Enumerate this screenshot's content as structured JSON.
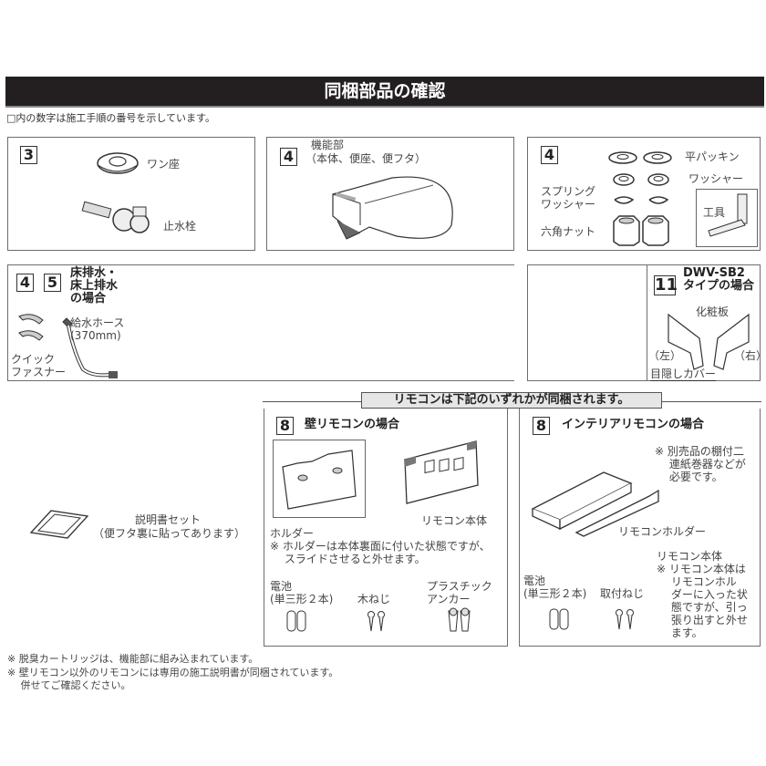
{
  "header": {
    "title": "同梱部品の確認",
    "intro": "□内の数字は施工手順の番号を示しています。"
  },
  "box_valve": {
    "step": "3",
    "items": [
      {
        "label": "ワン座",
        "icon": "flange-icon"
      },
      {
        "label": "止水栓",
        "icon": "stop-valve-icon"
      }
    ]
  },
  "box_function": {
    "step": "4",
    "title": "機能部",
    "subtitle": "（本体、便座、便フタ）",
    "icon": "toilet-seat-unit-icon"
  },
  "box_hardware": {
    "step": "4",
    "items": [
      {
        "label": "平パッキン",
        "icon": "flat-packing-icon"
      },
      {
        "label": "ワッシャー",
        "icon": "washer-icon"
      },
      {
        "label": "スプリング\nワッシャー",
        "icon": "spring-washer-icon"
      },
      {
        "label": "六角ナット",
        "icon": "hex-nut-icon"
      }
    ],
    "tool_label": "工具"
  },
  "box_hose": {
    "steps": [
      "4",
      "5"
    ],
    "title": "床排水・\n床上排水\nの場合",
    "hose_label": "給水ホース\n(370mm)",
    "fastener_label": "クイック\nファスナー"
  },
  "box_cover": {
    "step": "11",
    "title": "DWV-SB2\nタイプの場合",
    "panel_label": "化粧板",
    "left_label": "（左）",
    "right_label": "（右）",
    "cover_label": "目隠しカバー"
  },
  "manual": {
    "label": "説明書セット",
    "sub": "（便フタ裏に貼ってあります）"
  },
  "remote_banner": "リモコンは下記のいずれかが同梱されます。",
  "wall_remote": {
    "step": "8",
    "title": "壁リモコンの場合",
    "body_label": "リモコン本体",
    "holder_label": "ホルダー",
    "holder_note": "※ ホルダーは本体裏面に付いた状態ですが、\n　 スライドさせると外せます。",
    "parts": [
      {
        "label": "電池\n(単三形２本)",
        "icon": "battery-icon"
      },
      {
        "label": "木ねじ",
        "icon": "wood-screw-icon"
      },
      {
        "label": "プラスチック\nアンカー",
        "icon": "plastic-anchor-icon"
      }
    ]
  },
  "interior_remote": {
    "step": "8",
    "title": "インテリアリモコンの場合",
    "note": "※ 別売品の棚付二\n　 連紙巻器などが\n　 必要です。",
    "holder_label": "リモコンホルダー",
    "body_label": "リモコン本体",
    "body_note": "※ リモコン本体は\n　 リモコンホル\n　 ダーに入った状\n　 態ですが、引っ\n　 張り出すと外せ\n　 ます。",
    "parts": [
      {
        "label": "電池\n(単三形２本)",
        "icon": "battery-icon"
      },
      {
        "label": "取付ねじ",
        "icon": "mounting-screw-icon"
      }
    ]
  },
  "footnotes": [
    "※ 脱臭カートリッジは、機能部に組み込まれています。",
    "※ 壁リモコン以外のリモコンには専用の施工説明書が同梱されています。",
    "　 併せてご確認ください。"
  ]
}
